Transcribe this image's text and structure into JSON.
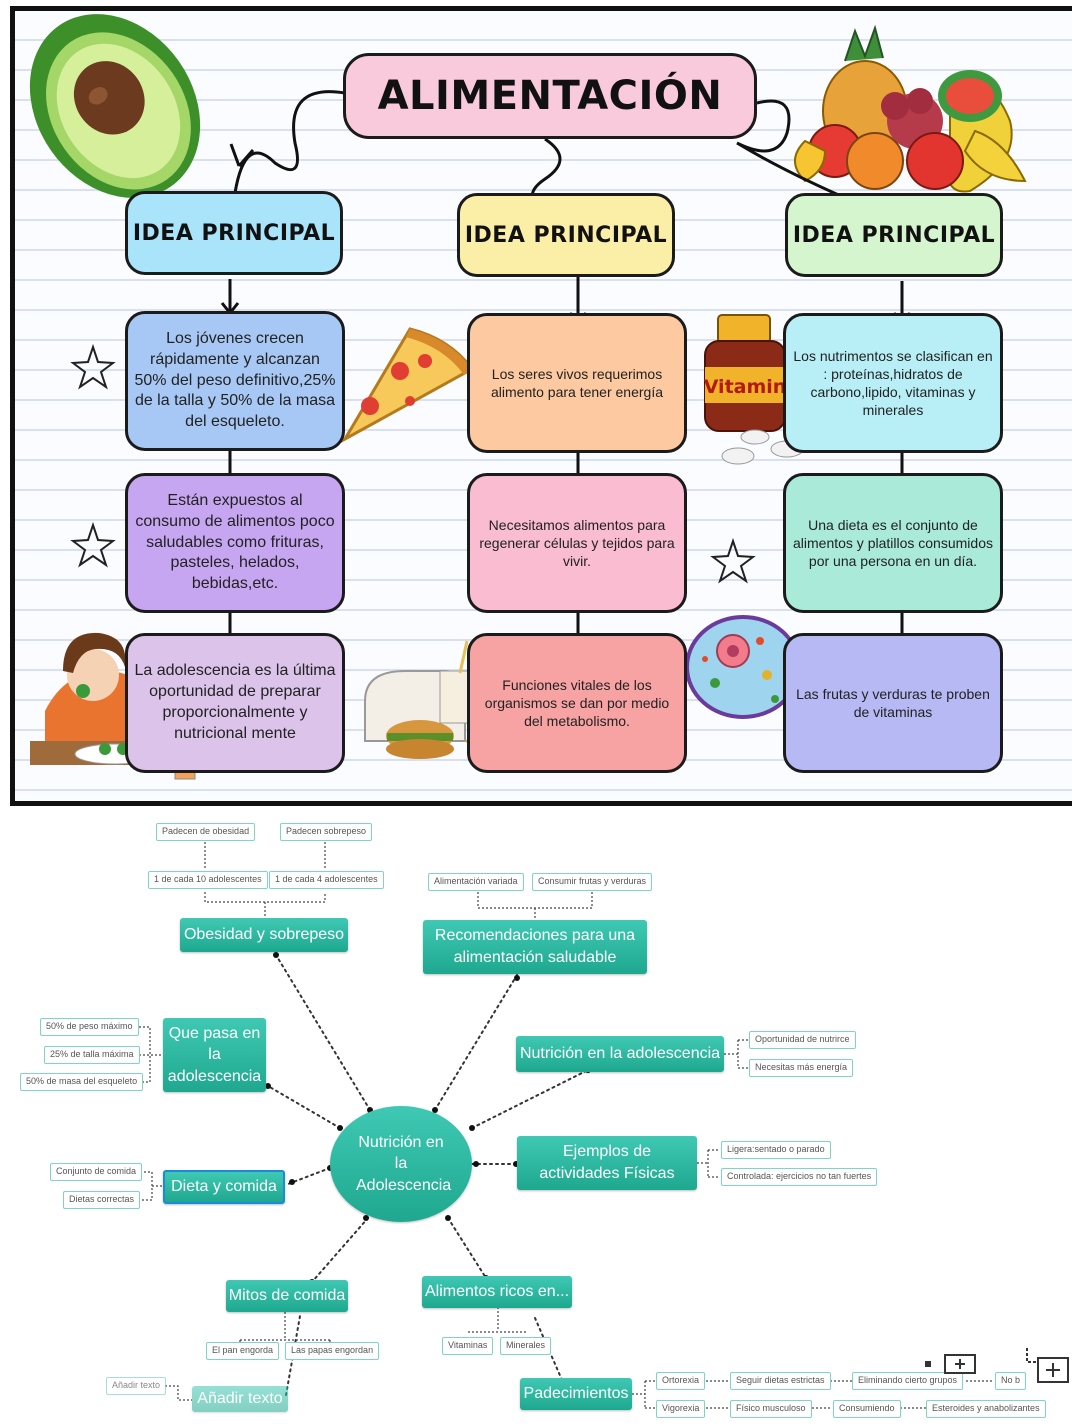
{
  "infographic": {
    "title": "ALIMENTACIÓN",
    "columns": [
      {
        "idea": "IDEA PRINCIPAL",
        "boxes": [
          "Los jóvenes crecen rápidamente y alcanzan 50% del peso definitivo,25% de la talla y 50% de la masa del esqueleto.",
          "Están expuestos al consumo de alimentos poco saludables como frituras, pasteles, helados, bebidas,etc.",
          "La adolescencia es la última oportunidad de preparar proporcionalmente y nutricional mente"
        ]
      },
      {
        "idea": "IDEA PRINCIPAL",
        "boxes": [
          "Los seres vivos requerimos alimento para tener energía",
          "Necesitamos alimentos para regenerar células y tejidos para vivir.",
          "Funciones vitales de los organismos se dan por medio del metabolismo."
        ]
      },
      {
        "idea": "IDEA PRINCIPAL",
        "boxes": [
          "Los nutrimentos se clasifican en : proteínas,hidratos de carbono,lipido, vitaminas y minerales",
          "Una dieta es el conjunto de alimentos y platillos consumidos por una persona en un día.",
          "Las frutas y verduras te proben de vitaminas"
        ]
      }
    ],
    "vitamin_label": "Vitamin",
    "colors": {
      "title": "#f9c9dc",
      "idea1": "#a9e4fa",
      "idea2": "#fbefa8",
      "idea3": "#d5f5cf",
      "col1": [
        "#a7c8f5",
        "#c7a6f1",
        "#dcc3ea"
      ],
      "col2": [
        "#fcc9a0",
        "#f9bcd0",
        "#f8a3a3"
      ],
      "col3": [
        "#b8eef5",
        "#a9ead8",
        "#b6b9f4"
      ]
    }
  },
  "mindmap": {
    "center": "Nutrición en la Adolescencia",
    "topics": {
      "obesidad": "Obesidad y sobrepeso",
      "recomendaciones": "Recomendaciones para una alimentación saludable",
      "que_pasa": "Que pasa en la adolescencia",
      "nutricion": "Nutrición en la adolescencia",
      "dieta": "Dieta y comida",
      "ejemplos": "Ejemplos de actividades Físicas",
      "mitos": "Mitos de comida",
      "alimentos": "Alimentos ricos en...",
      "padecimientos": "Padecimientos",
      "anadir": "Añadir texto"
    },
    "leaves": {
      "obesidad_top": [
        "Padecen de obesidad",
        "Padecen sobrepeso"
      ],
      "obesidad_mid": [
        "1 de cada 10 adolescentes",
        "1 de cada 4 adolescentes"
      ],
      "recomendaciones": [
        "Alimentación variada",
        "Consumir frutas y verduras"
      ],
      "que_pasa": [
        "50% de  peso máximo",
        "25% de talla máxima",
        "50% de masa del esqueleto"
      ],
      "nutricion": [
        "Oportunidad de nutrirce",
        "Necesitas más energía"
      ],
      "dieta": [
        "Conjunto de comida",
        "Dietas correctas"
      ],
      "ejemplos": [
        "Ligera:sentado o parado",
        "Controlada: ejercicios no tan fuertes"
      ],
      "mitos": [
        "El pan engorda",
        "Las papas engordan"
      ],
      "alimentos": [
        "Vitaminas",
        "Minerales"
      ],
      "anadir": [
        "Añadir texto"
      ],
      "padecimientos_a": [
        "Ortorexia",
        "Seguir dietas estrictas",
        "Eliminando cierto grupos",
        "No b"
      ],
      "padecimientos_b": [
        "Vigorexia",
        "Físico musculoso",
        "Consumiendo",
        "Esteroides y anabolizantes"
      ]
    }
  }
}
